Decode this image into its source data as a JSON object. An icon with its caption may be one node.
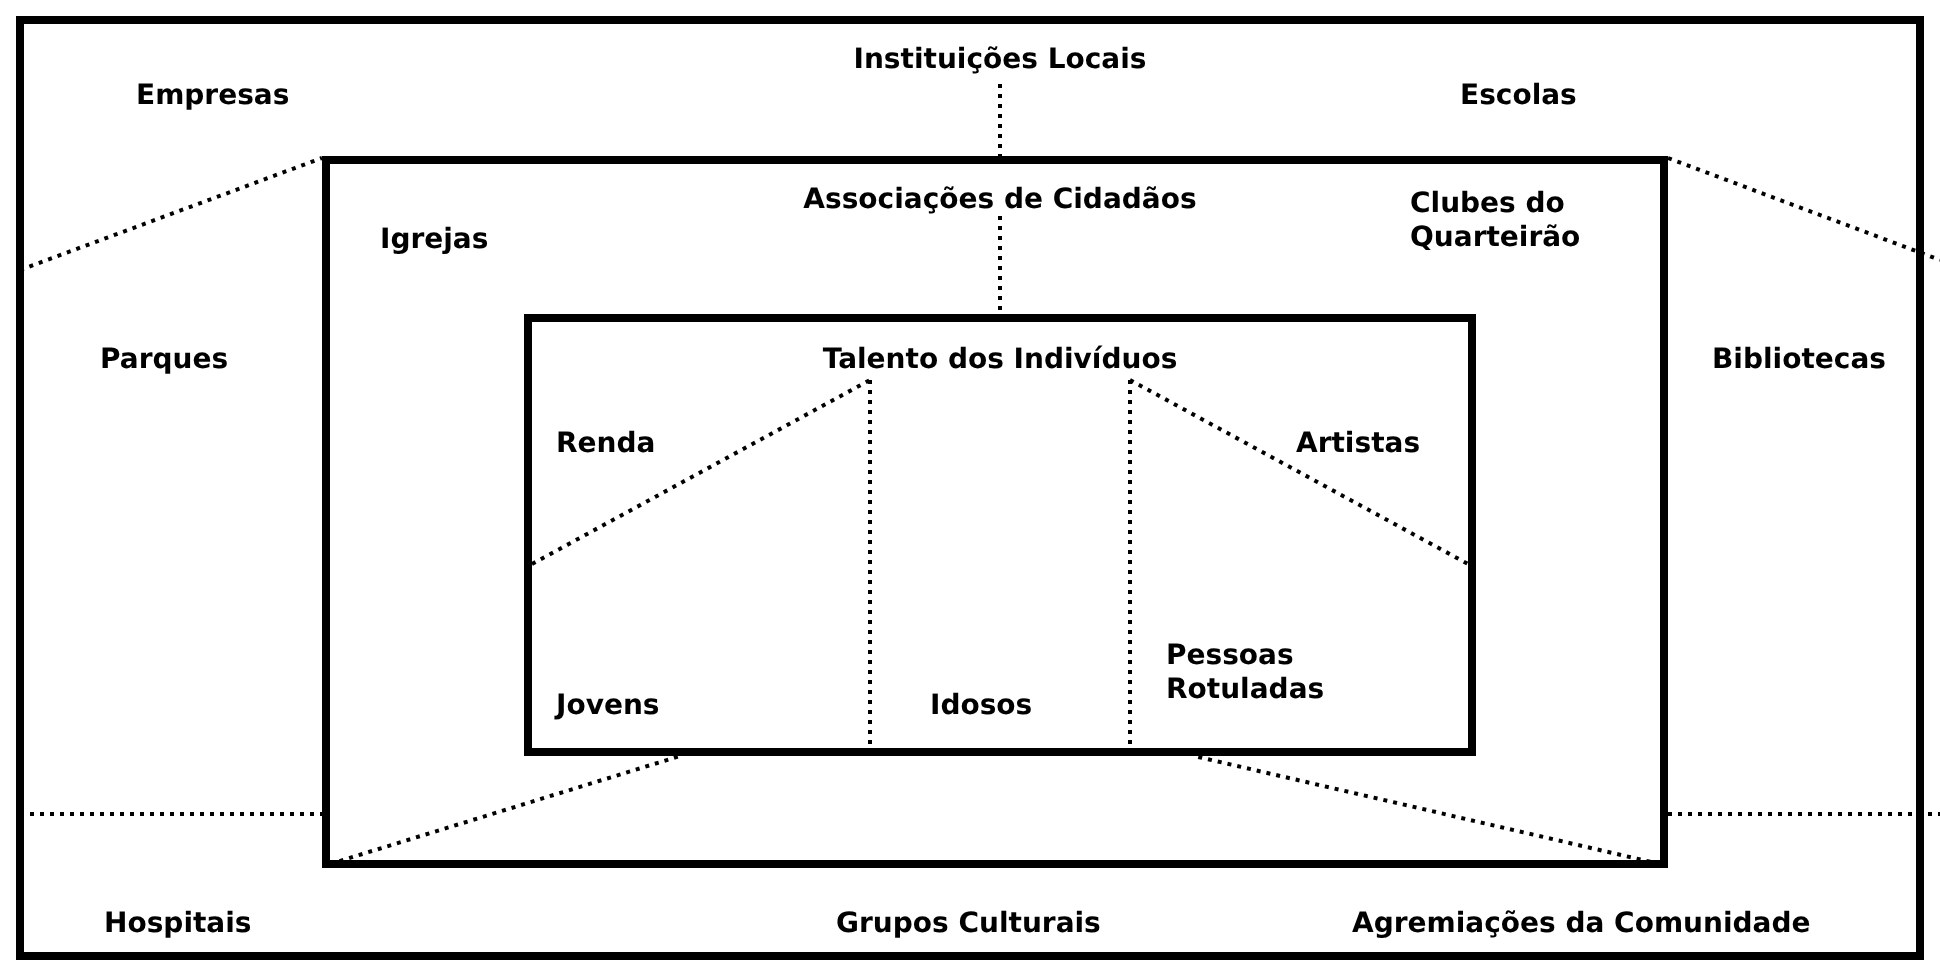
{
  "diagram": {
    "nodes": [
      {
        "text": [
          "Instituições Locais",
          "Empresas",
          "Escolas",
          "Parques",
          "Bibliotecas",
          "Hospitais",
          "Grupos Culturais",
          "Agremiações da Comunidade"
        ]
      },
      {
        "text": [
          "Associações de Cidadãos",
          "Igrejas",
          "Clubes do Quarteirão"
        ],
        "in": 0
      },
      {
        "text": [
          "Talento dos Indivíduos",
          "Renda",
          "Artistas",
          "Jovens",
          "Idosos",
          "Pessoas Rotuladas"
        ],
        "in": 1
      }
    ]
  }
}
